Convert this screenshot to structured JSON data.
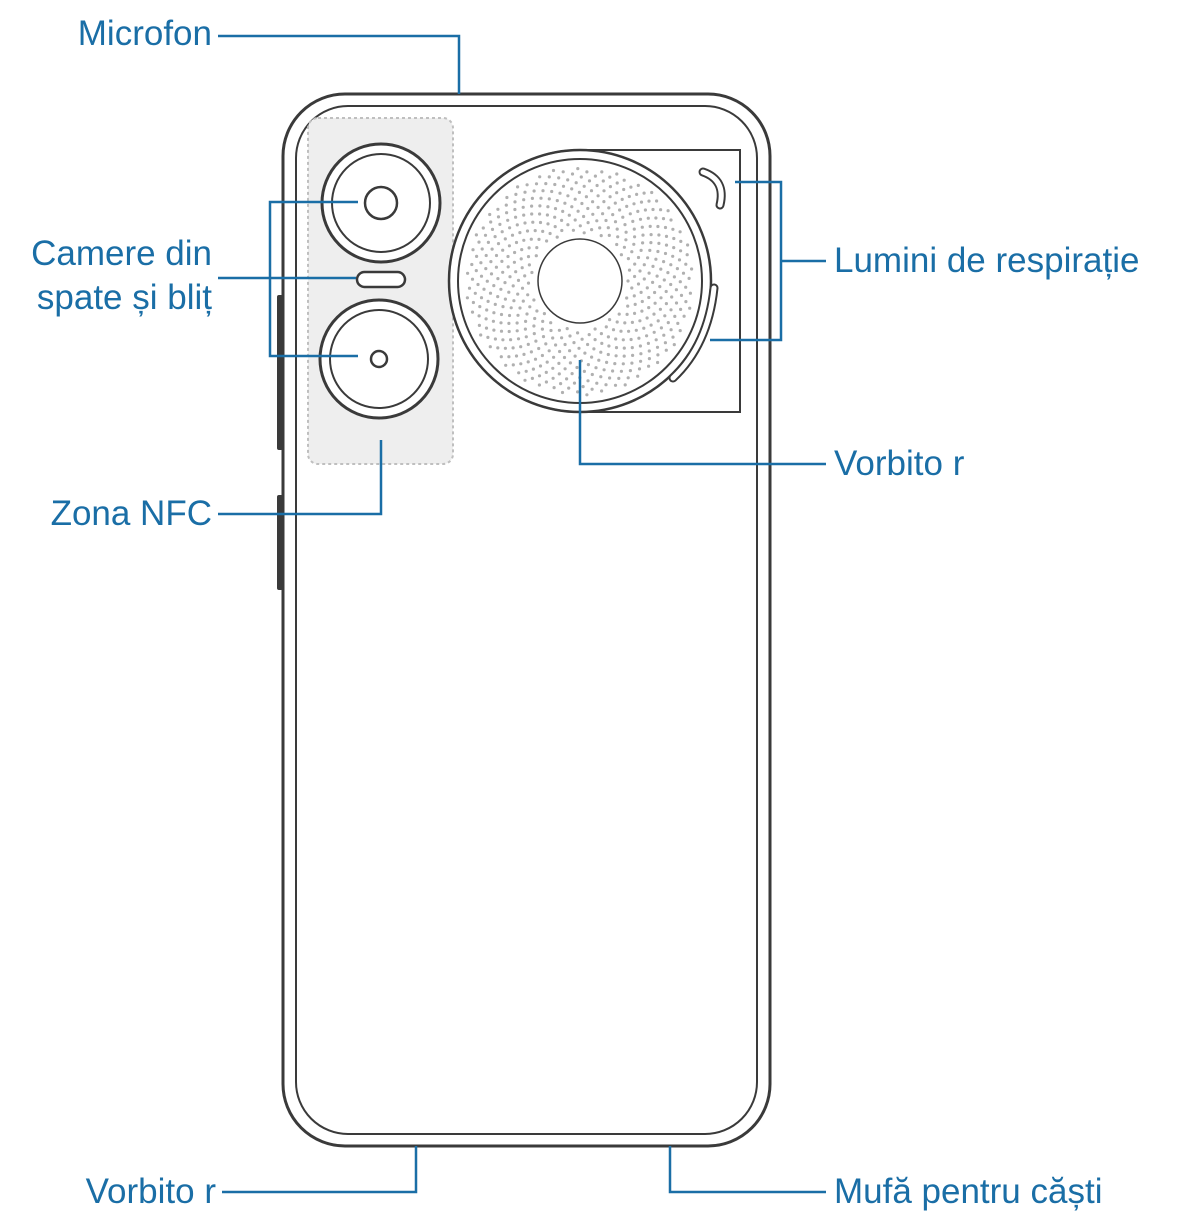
{
  "colors": {
    "callout": "#1a6ea6",
    "outline": "#3a3a3a",
    "nfc_zone": "#bfbfbf",
    "zone_fill": "#eeeeee",
    "grille": "#b0b0b0"
  },
  "labels": {
    "microphone": "Microfon",
    "rear_cameras_line1": "Camere din",
    "rear_cameras_line2": "spate și bliț",
    "nfc_zone": "Zona NFC",
    "breathing_lights": "Lumini de respirație",
    "speaker_top": "Vorbito r",
    "speaker_bottom": "Vorbito r",
    "headphone_jack": "Mufă pentru căști"
  },
  "icons": [
    "camera-lens-icon",
    "flash-icon",
    "speaker-grille-icon",
    "breathing-light-icon"
  ]
}
